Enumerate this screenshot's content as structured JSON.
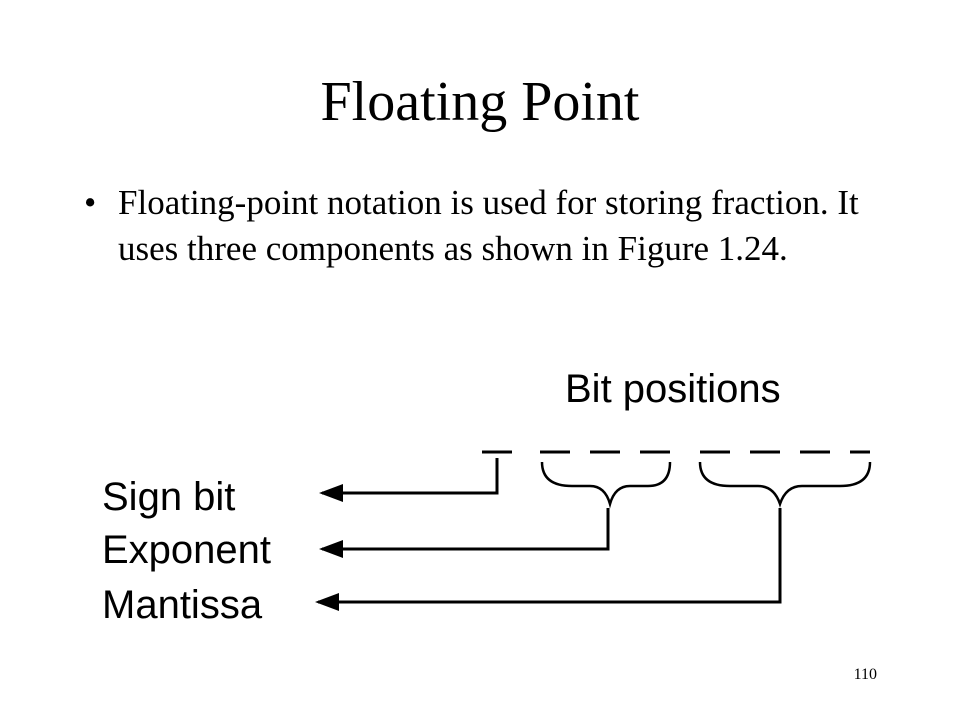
{
  "slide": {
    "title": "Floating Point",
    "bullets": [
      {
        "symbol": "•",
        "text": "Floating-point notation is used for storing fraction. It uses three components as shown in Figure 1.24."
      }
    ],
    "page_number": "110"
  },
  "figure": {
    "header": "Bit positions",
    "labels": {
      "sign": "Sign bit",
      "exponent": "Exponent",
      "mantissa": "Mantissa"
    },
    "bit_groups": {
      "sign_bits": 1,
      "exponent_bits": 3,
      "mantissa_bits": 4
    }
  }
}
